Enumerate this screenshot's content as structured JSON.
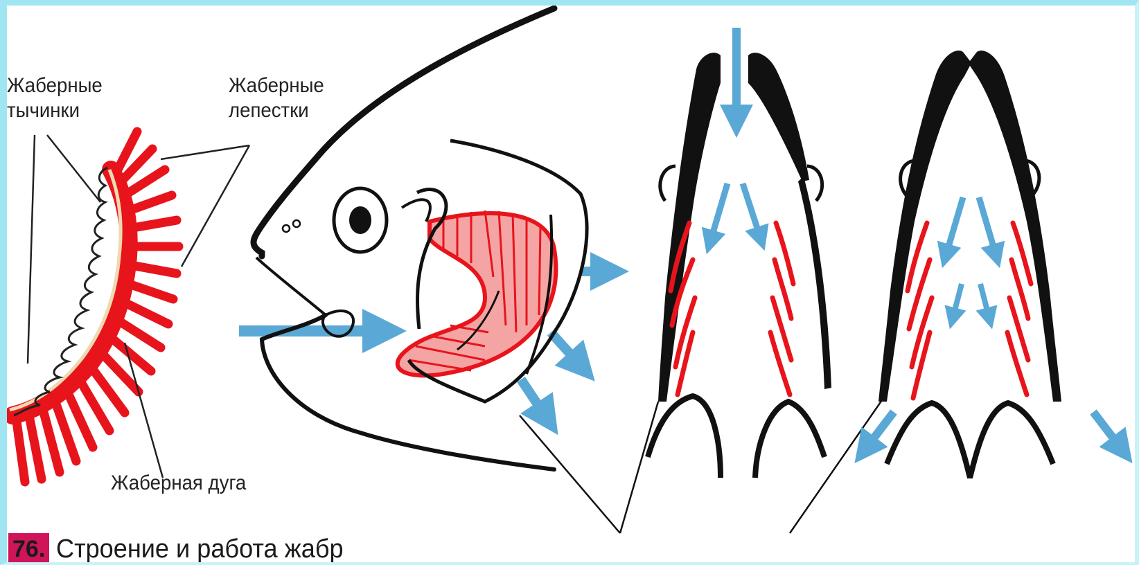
{
  "labels": {
    "gill_rakers": [
      "Жаберные",
      "тычинки"
    ],
    "gill_filaments": [
      "Жаберные",
      "лепестки"
    ],
    "gill_arch": "Жаберная дуга"
  },
  "caption": {
    "number": "76.",
    "title": "Строение и работа жабр"
  },
  "colors": {
    "frame": "#9fe6f2",
    "gill_red": "#e8141c",
    "water_arrow": "#5aa8d6",
    "outline": "#111111",
    "badge": "#d0145a"
  },
  "icons": [
    "water-flow-arrow-icon",
    "fish-head-icon",
    "gill-arch-icon"
  ]
}
